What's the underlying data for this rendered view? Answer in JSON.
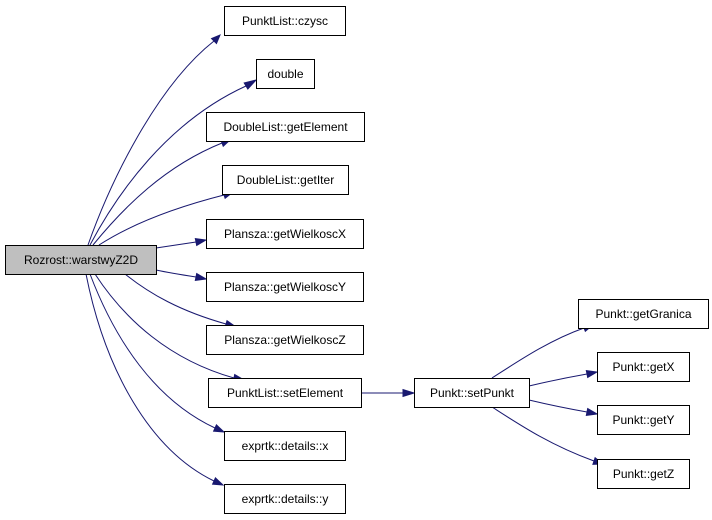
{
  "graph": {
    "colors": {
      "edge": "#191970",
      "root_fill": "#bfbfbf",
      "node_fill": "#ffffff",
      "node_border": "#000000"
    },
    "nodes": [
      {
        "id": "root",
        "label": "Rozrost::warstwyZ2D",
        "root": true
      },
      {
        "id": "n1",
        "label": "PunktList::czysc"
      },
      {
        "id": "n2",
        "label": "double"
      },
      {
        "id": "n3",
        "label": "DoubleList::getElement"
      },
      {
        "id": "n4",
        "label": "DoubleList::getIter"
      },
      {
        "id": "n5",
        "label": "Plansza::getWielkoscX"
      },
      {
        "id": "n6",
        "label": "Plansza::getWielkoscY"
      },
      {
        "id": "n7",
        "label": "Plansza::getWielkoscZ"
      },
      {
        "id": "n8",
        "label": "PunktList::setElement"
      },
      {
        "id": "n9",
        "label": "exprtk::details::x"
      },
      {
        "id": "n10",
        "label": "exprtk::details::y"
      },
      {
        "id": "n11",
        "label": "Punkt::setPunkt"
      },
      {
        "id": "n12",
        "label": "Punkt::getGranica"
      },
      {
        "id": "n13",
        "label": "Punkt::getX"
      },
      {
        "id": "n14",
        "label": "Punkt::getY"
      },
      {
        "id": "n15",
        "label": "Punkt::getZ"
      }
    ],
    "edges": [
      {
        "from": "root",
        "to": "n1"
      },
      {
        "from": "root",
        "to": "n2"
      },
      {
        "from": "root",
        "to": "n3"
      },
      {
        "from": "root",
        "to": "n4"
      },
      {
        "from": "root",
        "to": "n5"
      },
      {
        "from": "root",
        "to": "n6"
      },
      {
        "from": "root",
        "to": "n7"
      },
      {
        "from": "root",
        "to": "n8"
      },
      {
        "from": "root",
        "to": "n9"
      },
      {
        "from": "root",
        "to": "n10"
      },
      {
        "from": "n8",
        "to": "n11"
      },
      {
        "from": "n11",
        "to": "n12"
      },
      {
        "from": "n11",
        "to": "n13"
      },
      {
        "from": "n11",
        "to": "n14"
      },
      {
        "from": "n11",
        "to": "n15"
      }
    ]
  }
}
